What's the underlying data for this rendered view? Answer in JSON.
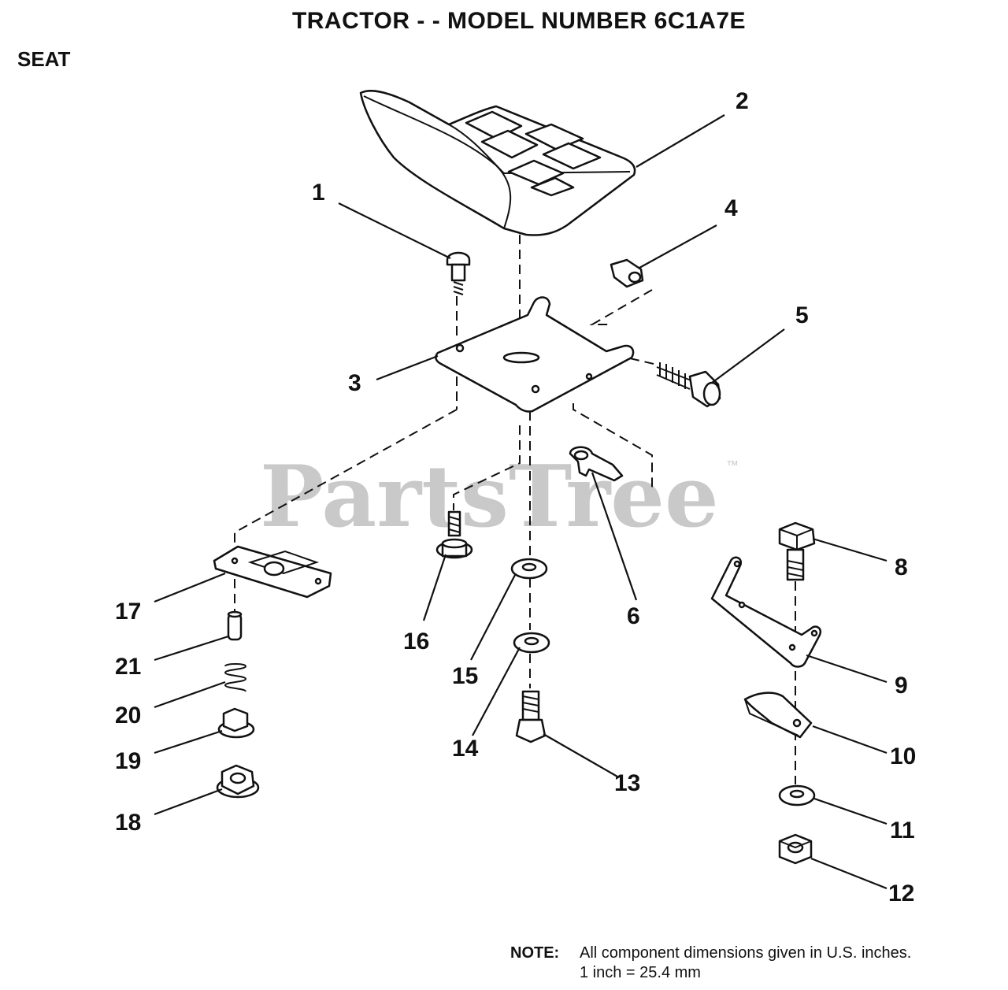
{
  "header": {
    "title": "TRACTOR  - - MODEL NUMBER 6C1A7E",
    "section": "SEAT"
  },
  "watermark": {
    "text": "PartsTree",
    "trademark": "™"
  },
  "parts": [
    {
      "id": "1",
      "label": "1"
    },
    {
      "id": "2",
      "label": "2"
    },
    {
      "id": "3",
      "label": "3"
    },
    {
      "id": "4",
      "label": "4"
    },
    {
      "id": "5",
      "label": "5"
    },
    {
      "id": "6",
      "label": "6"
    },
    {
      "id": "8",
      "label": "8"
    },
    {
      "id": "9",
      "label": "9"
    },
    {
      "id": "10",
      "label": "10"
    },
    {
      "id": "11",
      "label": "11"
    },
    {
      "id": "12",
      "label": "12"
    },
    {
      "id": "13",
      "label": "13"
    },
    {
      "id": "14",
      "label": "14"
    },
    {
      "id": "15",
      "label": "15"
    },
    {
      "id": "16",
      "label": "16"
    },
    {
      "id": "17",
      "label": "17"
    },
    {
      "id": "18",
      "label": "18"
    },
    {
      "id": "19",
      "label": "19"
    },
    {
      "id": "20",
      "label": "20"
    },
    {
      "id": "21",
      "label": "21"
    }
  ],
  "note": {
    "label": "NOTE:",
    "line1": "All component dimensions given in U.S. inches.",
    "line2": "1 inch = 25.4 mm"
  },
  "colors": {
    "ink": "#111111",
    "watermark": "#c9c9c9",
    "background": "#ffffff"
  }
}
